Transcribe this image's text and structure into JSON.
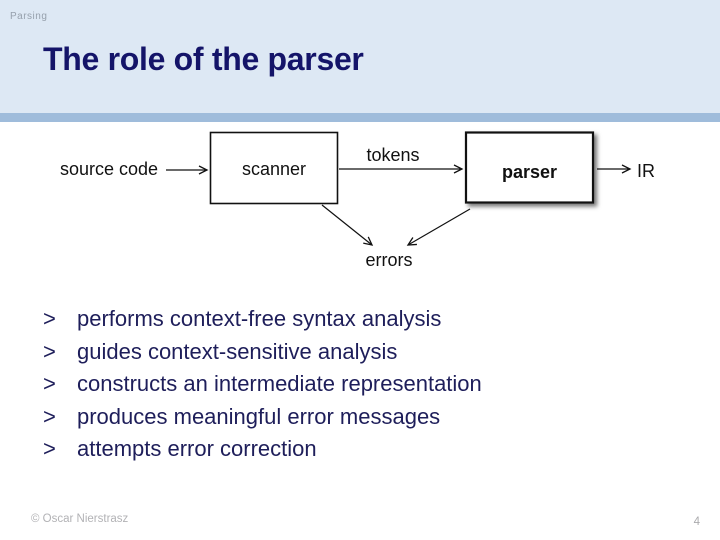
{
  "slide": {
    "header": {
      "section_label": "Parsing",
      "title": "The role of the parser"
    },
    "diagram": {
      "source_code_label": "source code",
      "scanner_label": "scanner",
      "tokens_label": "tokens",
      "parser_label": "parser",
      "ir_label": "IR",
      "errors_label": "errors"
    },
    "bullet_marker": ">",
    "bullets": [
      "performs context-free syntax analysis",
      "guides context-sensitive analysis",
      "constructs an intermediate representation",
      "produces meaningful error messages",
      "attempts error correction"
    ],
    "footer": {
      "copyright": "© Oscar Nierstrasz",
      "page_number": "4"
    }
  },
  "colors": {
    "header_bg": "#dde8f4",
    "divider_band": "#9fbcdb",
    "title_text": "#141469",
    "body_text": "#1e1e5a",
    "diagram_ink": "#111111",
    "footer_text": "#b2b2b5"
  }
}
